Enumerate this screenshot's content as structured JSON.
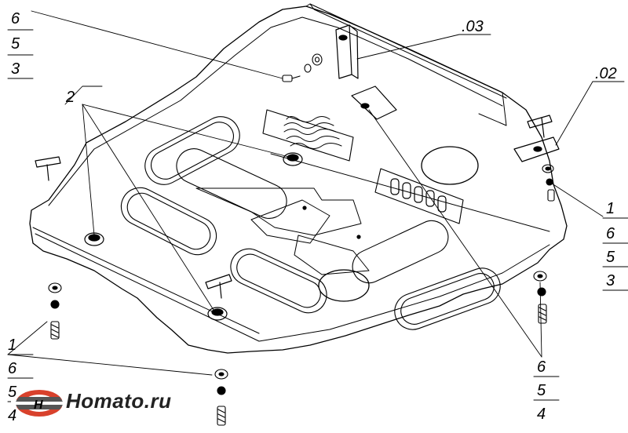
{
  "callouts": {
    "top_left": [
      "6",
      "5",
      "3"
    ],
    "part_2": "2",
    "part_03": ".03",
    "part_02": ".02",
    "right": [
      "1",
      "6",
      "5",
      "3"
    ],
    "bottom_left": [
      "1",
      "6",
      "5",
      "4"
    ],
    "bottom_right": [
      "6",
      "5",
      "4"
    ]
  },
  "brand": {
    "name": "Homato.ru",
    "colors": {
      "primary": "#d8412c",
      "text": "#222222"
    }
  },
  "icons": [
    "bolt-icon",
    "washer-icon",
    "bracket-icon",
    "logo-icon"
  ]
}
